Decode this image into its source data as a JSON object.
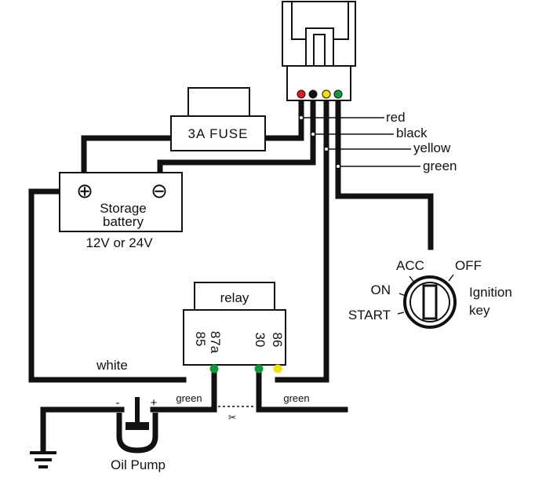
{
  "connector": {
    "wire_labels": [
      "red",
      "black",
      "yellow",
      "green"
    ],
    "pin_colors": [
      "#e01b24",
      "#111111",
      "#f4e200",
      "#0c9a3c"
    ]
  },
  "fuse": {
    "label": "3A FUSE"
  },
  "battery": {
    "plus_symbol": "⊕",
    "minus_symbol": "⊖",
    "label_line1": "Storage",
    "label_line2": "battery",
    "voltage": "12V or 24V"
  },
  "relay": {
    "label": "relay",
    "pins": [
      "85",
      "87a",
      "30",
      "86"
    ],
    "wire_left": "white"
  },
  "ignition": {
    "positions": [
      "ACC",
      "OFF",
      "ON",
      "START"
    ],
    "label_line1": "Ignition",
    "label_line2": "key"
  },
  "pump": {
    "minus": "-",
    "plus": "+",
    "label": "Oil Pump",
    "wire_left": "green",
    "wire_right": "green",
    "cut_symbol": "✂"
  }
}
